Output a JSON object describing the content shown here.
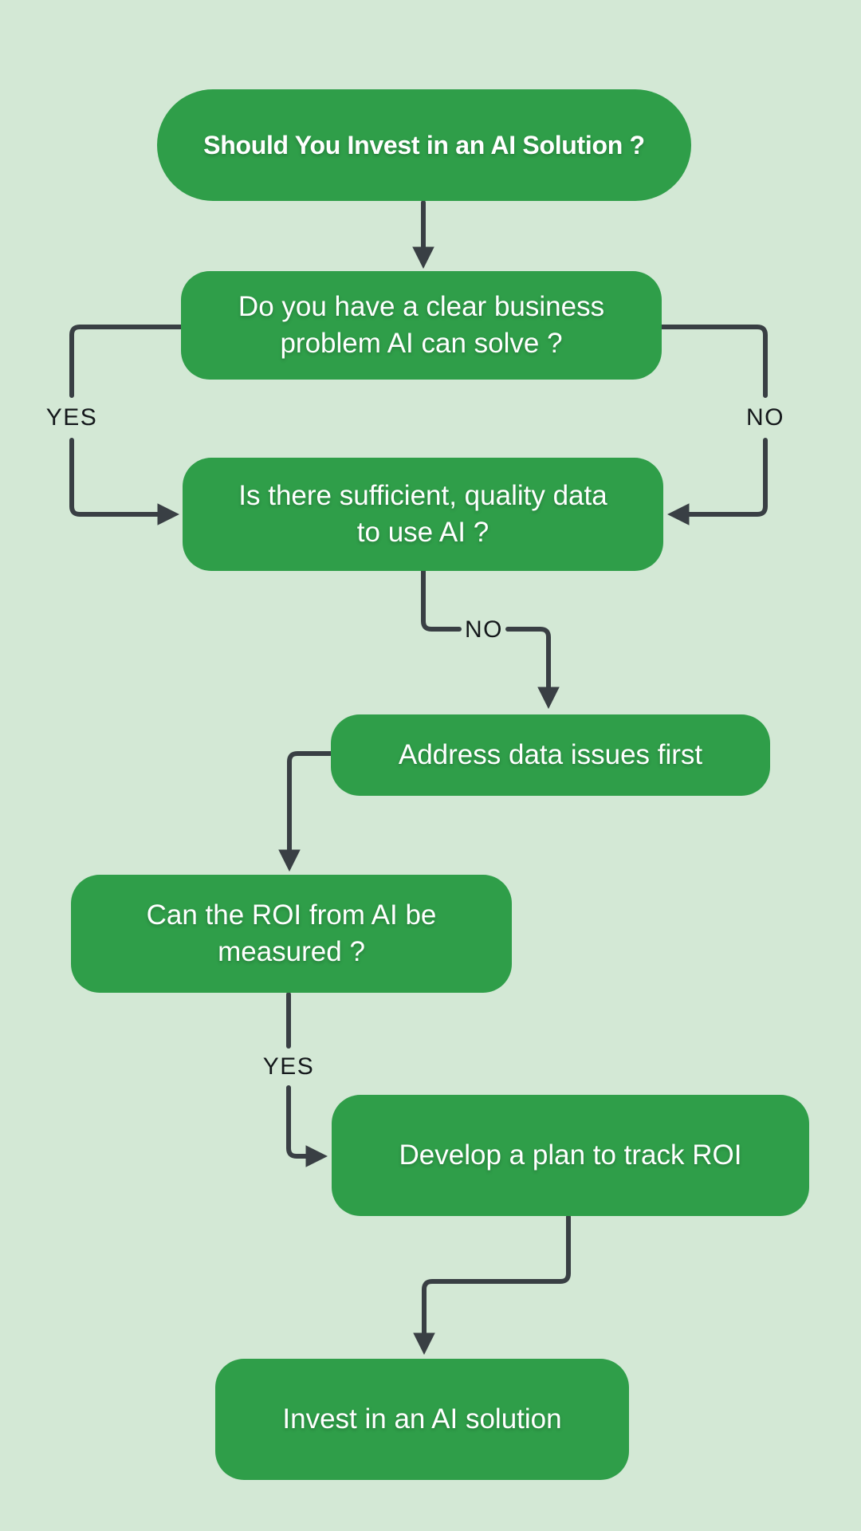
{
  "colors": {
    "background": "#d3e8d5",
    "node_fill": "#2f9e49",
    "node_text": "#ffffff",
    "connector": "#393f44",
    "edge_label_text": "#14181b"
  },
  "flowchart": {
    "nodes": [
      {
        "id": "start",
        "text": "Should You Invest in an AI Solution ?"
      },
      {
        "id": "q-business-problem",
        "text": "Do you have a clear business\nproblem AI can solve ?"
      },
      {
        "id": "q-data-quality",
        "text": "Is there sufficient, quality data\nto use AI ?"
      },
      {
        "id": "action-fix-data",
        "text": "Address data issues first"
      },
      {
        "id": "q-roi-measurable",
        "text": "Can the ROI from AI be\nmeasured ?"
      },
      {
        "id": "action-roi-plan",
        "text": "Develop a plan to track ROI"
      },
      {
        "id": "action-invest",
        "text": "Invest in an AI solution"
      }
    ],
    "edge_labels": [
      {
        "id": "label-yes-left",
        "text": "YES"
      },
      {
        "id": "label-no-right",
        "text": "NO"
      },
      {
        "id": "label-no-middle",
        "text": "NO"
      },
      {
        "id": "label-yes-roi",
        "text": "YES"
      }
    ]
  }
}
